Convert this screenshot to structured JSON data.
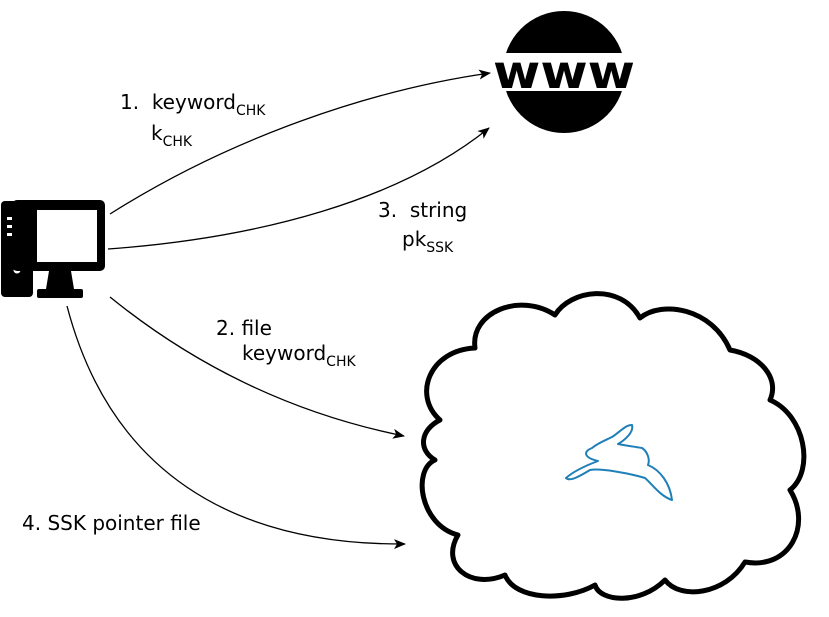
{
  "www_icon": {
    "icon": "globe-www-icon",
    "text": "www",
    "color": "#000000"
  },
  "computer_icon": {
    "icon": "desktop-computer-icon",
    "color": "#000000"
  },
  "network_cloud": {
    "icon": "cloud-icon",
    "mascot_icon": "rabbit-icon",
    "mascot_color": "#1f7fb8"
  },
  "steps": [
    {
      "number": "1.",
      "line1": "keyword",
      "line1_sub": "CHK",
      "line2": "k",
      "line2_sub": "CHK"
    },
    {
      "number": "2.",
      "line1": "file",
      "line2": "keyword",
      "line2_sub": "CHK"
    },
    {
      "number": "3.",
      "line1": "string",
      "line2": "pk",
      "line2_sub": "SSK"
    },
    {
      "number": "4.",
      "line1": "SSK pointer file"
    }
  ]
}
